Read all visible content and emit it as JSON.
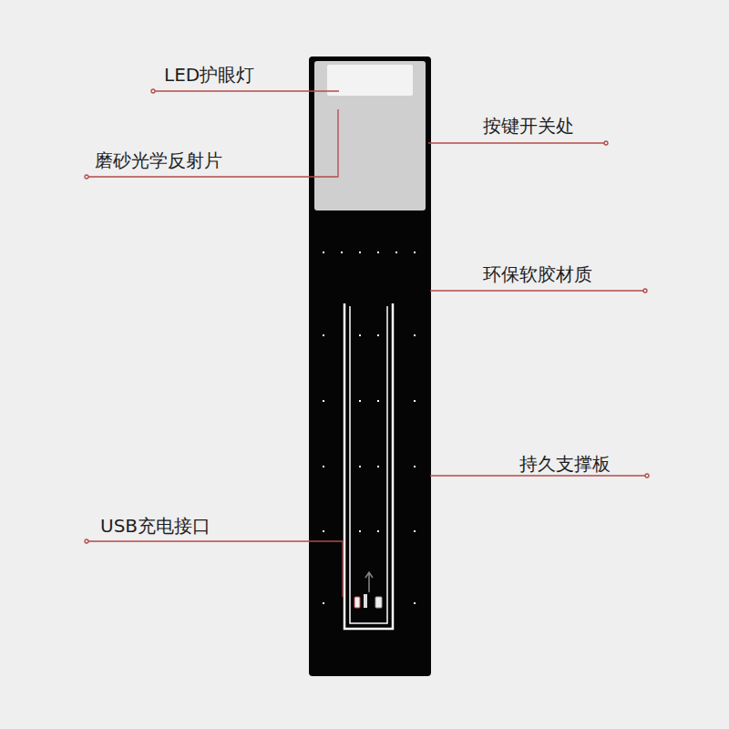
{
  "diagram": {
    "labels": [
      "LED护眼灯",
      "磨砂光学反射片",
      "按键开关处",
      "环保软胶材质",
      "持久支撑板",
      "USB充电接口"
    ]
  }
}
